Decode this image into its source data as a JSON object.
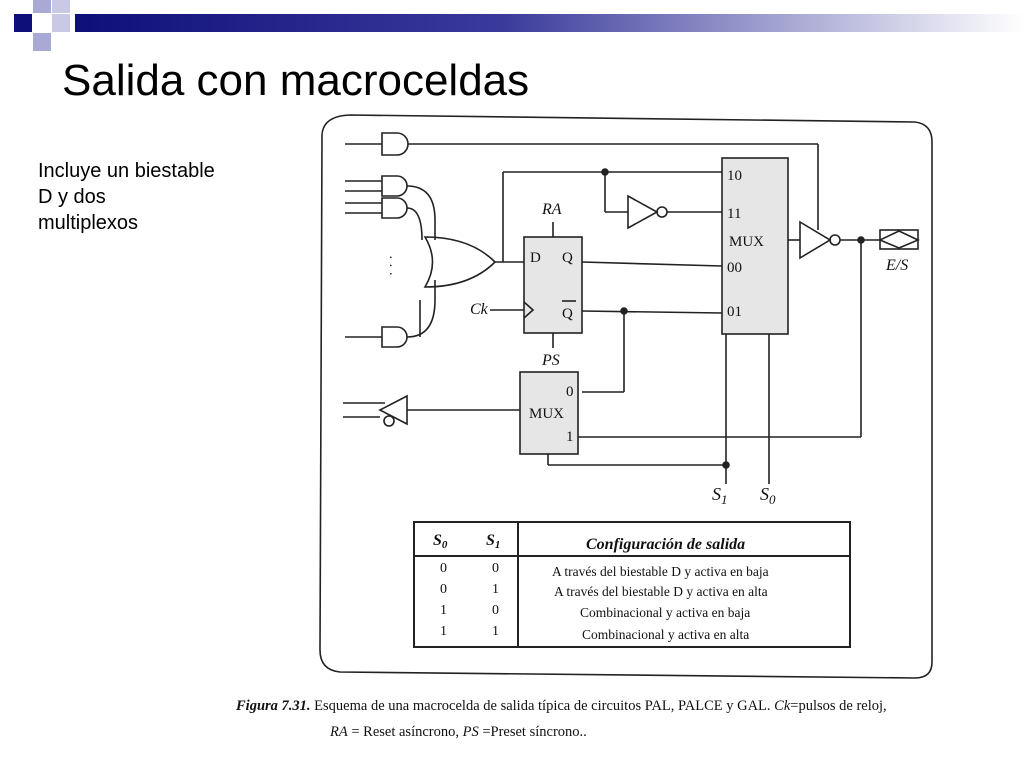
{
  "slide": {
    "title": "Salida con macroceldas",
    "bullet_lines": [
      "Incluye un biestable",
      "D y dos",
      "multiplexos"
    ]
  },
  "diagram": {
    "mux_main": {
      "label": "MUX",
      "inputs": [
        "10",
        "11",
        "00",
        "01"
      ]
    },
    "flipflop": {
      "d": "D",
      "q": "Q",
      "qbar": "Q"
    },
    "mux_small": {
      "label": "MUX",
      "inputs": [
        "0",
        "1"
      ]
    },
    "signals": {
      "ra": "RA",
      "ps": "PS",
      "ck": "Ck",
      "es": "E/S",
      "s1": "S",
      "s1_sub": "1",
      "s0": "S",
      "s0_sub": "0"
    },
    "dots": "·  ·  ·"
  },
  "table": {
    "headers": {
      "s0": "S",
      "s0_sub": "0",
      "s1": "S",
      "s1_sub": "1",
      "config": "Configuración de salida"
    },
    "rows": [
      {
        "s0": "0",
        "s1": "0",
        "config": "A través del biestable D y activa en baja"
      },
      {
        "s0": "0",
        "s1": "1",
        "config": "A través del biestable D y activa en alta"
      },
      {
        "s0": "1",
        "s1": "0",
        "config": "Combinacional y activa en baja"
      },
      {
        "s0": "1",
        "s1": "1",
        "config": "Combinacional y activa en alta"
      }
    ]
  },
  "caption": {
    "fig": "Figura 7.31.",
    "line1": " Esquema de una macrocelda de salida típica de circuitos PAL, PALCE y GAL. ",
    "ck": "Ck",
    "line1b": "=pulsos de reloj,",
    "ra": "RA",
    "line2a": " = Reset asíncrono, ",
    "ps": "PS",
    "line2b": " =Preset síncrono.."
  },
  "colors": {
    "accent_dark": "#0f0f7a",
    "accent_light": "#9999cc",
    "block_fill": "#e6e6e6"
  }
}
